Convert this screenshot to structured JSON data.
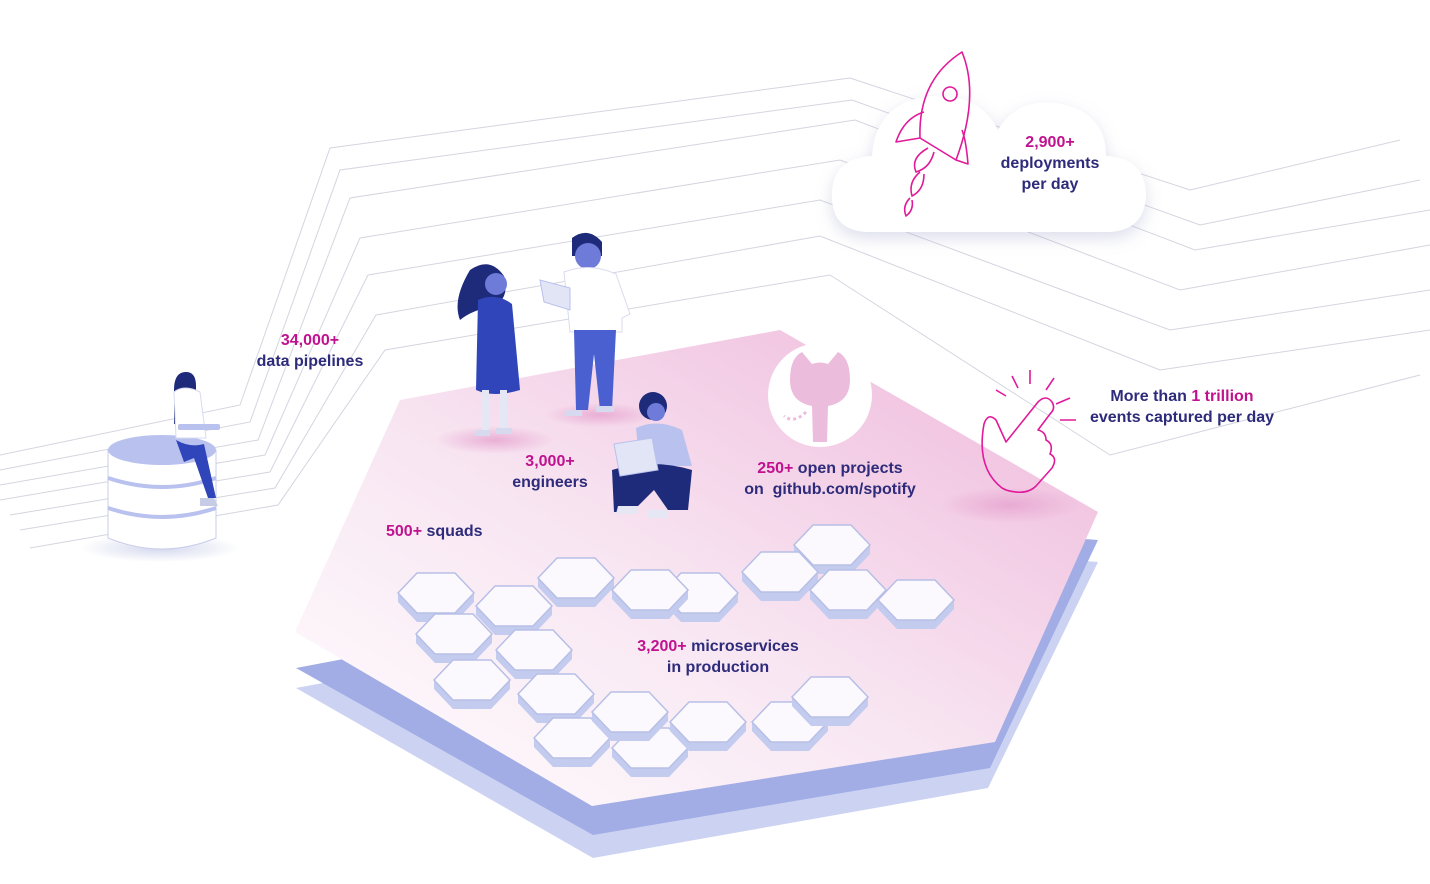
{
  "colors": {
    "accent_pink": "#c0128f",
    "text_navy": "#2d2b7a",
    "figure_blue": "#2f45b9",
    "platform_pink": "#f3c8e3",
    "platform_base": "#9aa5e4",
    "line_grey": "#d3d3dd"
  },
  "icons": [
    "rocket-icon",
    "cloud-icon",
    "github-octocat-icon",
    "hand-tap-icon",
    "database-cylinder-icon"
  ],
  "stats": {
    "pipelines": {
      "value": "34,000+",
      "label": "data pipelines"
    },
    "deployments": {
      "value": "2,900+",
      "label_line1": "deployments",
      "label_line2": "per day"
    },
    "engineers": {
      "value": "3,000+",
      "label": "engineers"
    },
    "open_projects": {
      "value": "250+",
      "label_line1": "open projects",
      "label_line2": "on  github.com/spotify"
    },
    "events": {
      "prefix": "More than",
      "value": "1 trillion",
      "label": "events captured per day"
    },
    "squads": {
      "value": "500+",
      "label": "squads"
    },
    "microservices": {
      "value": "3,200+",
      "label_line1": "microservices",
      "label_line2": "in production"
    }
  }
}
